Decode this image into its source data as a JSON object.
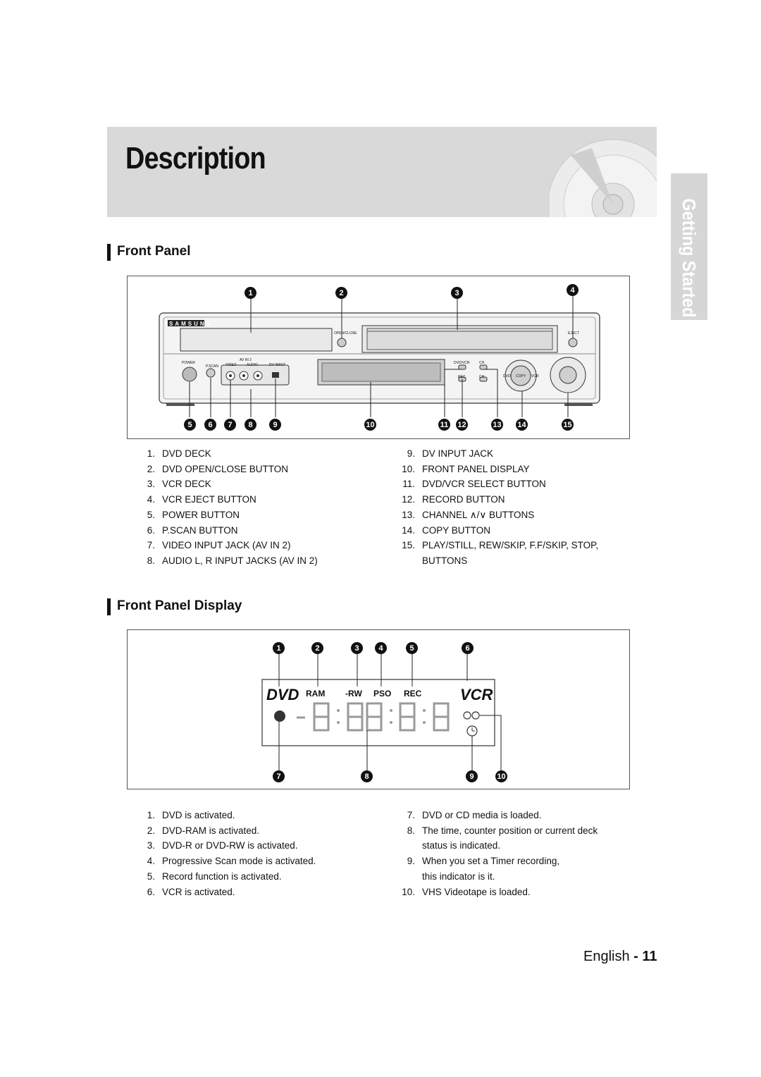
{
  "header": {
    "title": "Description"
  },
  "side_tab": {
    "label": "Getting Started"
  },
  "front_panel": {
    "heading": "Front Panel",
    "device": {
      "brand": "SAMSUNG",
      "labels": {
        "open_close": "OPEN/CLOSE",
        "eject": "EJECT",
        "power": "POWER",
        "pscan": "P.SCAN",
        "av_in": "AV IN 2",
        "video": "VIDEO",
        "audio": "AUDIO",
        "dv_input": "DV INPUT",
        "dvd_vcr": "DVD/VCR",
        "rec": "REC",
        "ch_up": "CH",
        "ch_down": "CH",
        "dvd": "DVD",
        "copy": "COPY",
        "vcr": "VCR"
      }
    },
    "callouts_top": [
      "1",
      "2",
      "3",
      "4"
    ],
    "callouts_bottom": [
      "5",
      "6",
      "7",
      "8",
      "9",
      "10",
      "11",
      "12",
      "13",
      "14",
      "15"
    ],
    "items_left": [
      {
        "n": "1.",
        "text": "DVD DECK"
      },
      {
        "n": "2.",
        "text": "DVD OPEN/CLOSE BUTTON"
      },
      {
        "n": "3.",
        "text": "VCR DECK"
      },
      {
        "n": "4.",
        "text": "VCR EJECT BUTTON"
      },
      {
        "n": "5.",
        "text": "POWER BUTTON"
      },
      {
        "n": "6.",
        "text": "P.SCAN BUTTON"
      },
      {
        "n": "7.",
        "text": "VIDEO INPUT JACK (AV IN 2)"
      },
      {
        "n": "8.",
        "text": "AUDIO L, R INPUT JACKS (AV IN 2)"
      }
    ],
    "items_right": [
      {
        "n": "9.",
        "text": "DV INPUT JACK"
      },
      {
        "n": "10.",
        "text": "FRONT PANEL DISPLAY"
      },
      {
        "n": "11.",
        "text": "DVD/VCR SELECT BUTTON"
      },
      {
        "n": "12.",
        "text": "RECORD BUTTON"
      },
      {
        "n": "13.",
        "text": "CHANNEL ∧/∨ BUTTONS"
      },
      {
        "n": "14.",
        "text": "COPY BUTTON"
      },
      {
        "n": "15.",
        "text": "PLAY/STILL, REW/SKIP, F.F/SKIP, STOP,"
      },
      {
        "n": "",
        "text": "BUTTONS"
      }
    ]
  },
  "front_panel_display": {
    "heading": "Front Panel Display",
    "display": {
      "dvd": "DVD",
      "ram": "RAM",
      "rw": "-RW",
      "pso": "PSO",
      "rec": "REC",
      "vcr": "VCR"
    },
    "callouts_top": [
      "1",
      "2",
      "3",
      "4",
      "5",
      "6"
    ],
    "callouts_bottom": [
      "7",
      "8",
      "9",
      "10"
    ],
    "items_left": [
      {
        "n": "1.",
        "text": "DVD is activated."
      },
      {
        "n": "2.",
        "text": "DVD-RAM is activated."
      },
      {
        "n": "3.",
        "text": "DVD-R or DVD-RW is activated."
      },
      {
        "n": "4.",
        "text": "Progressive Scan mode is activated."
      },
      {
        "n": "5.",
        "text": "Record function is activated."
      },
      {
        "n": "6.",
        "text": "VCR is activated."
      }
    ],
    "items_right": [
      {
        "n": "7.",
        "text": "DVD or CD media is loaded."
      },
      {
        "n": "8.",
        "text": "The time, counter position or current deck"
      },
      {
        "n": "",
        "text": "status is indicated."
      },
      {
        "n": "9.",
        "text": "When you set a Timer recording,"
      },
      {
        "n": "",
        "text": "this indicator is it."
      },
      {
        "n": "10.",
        "text": "VHS Videotape is loaded."
      }
    ]
  },
  "footer": {
    "language": "English",
    "separator": "-",
    "page": "11"
  }
}
